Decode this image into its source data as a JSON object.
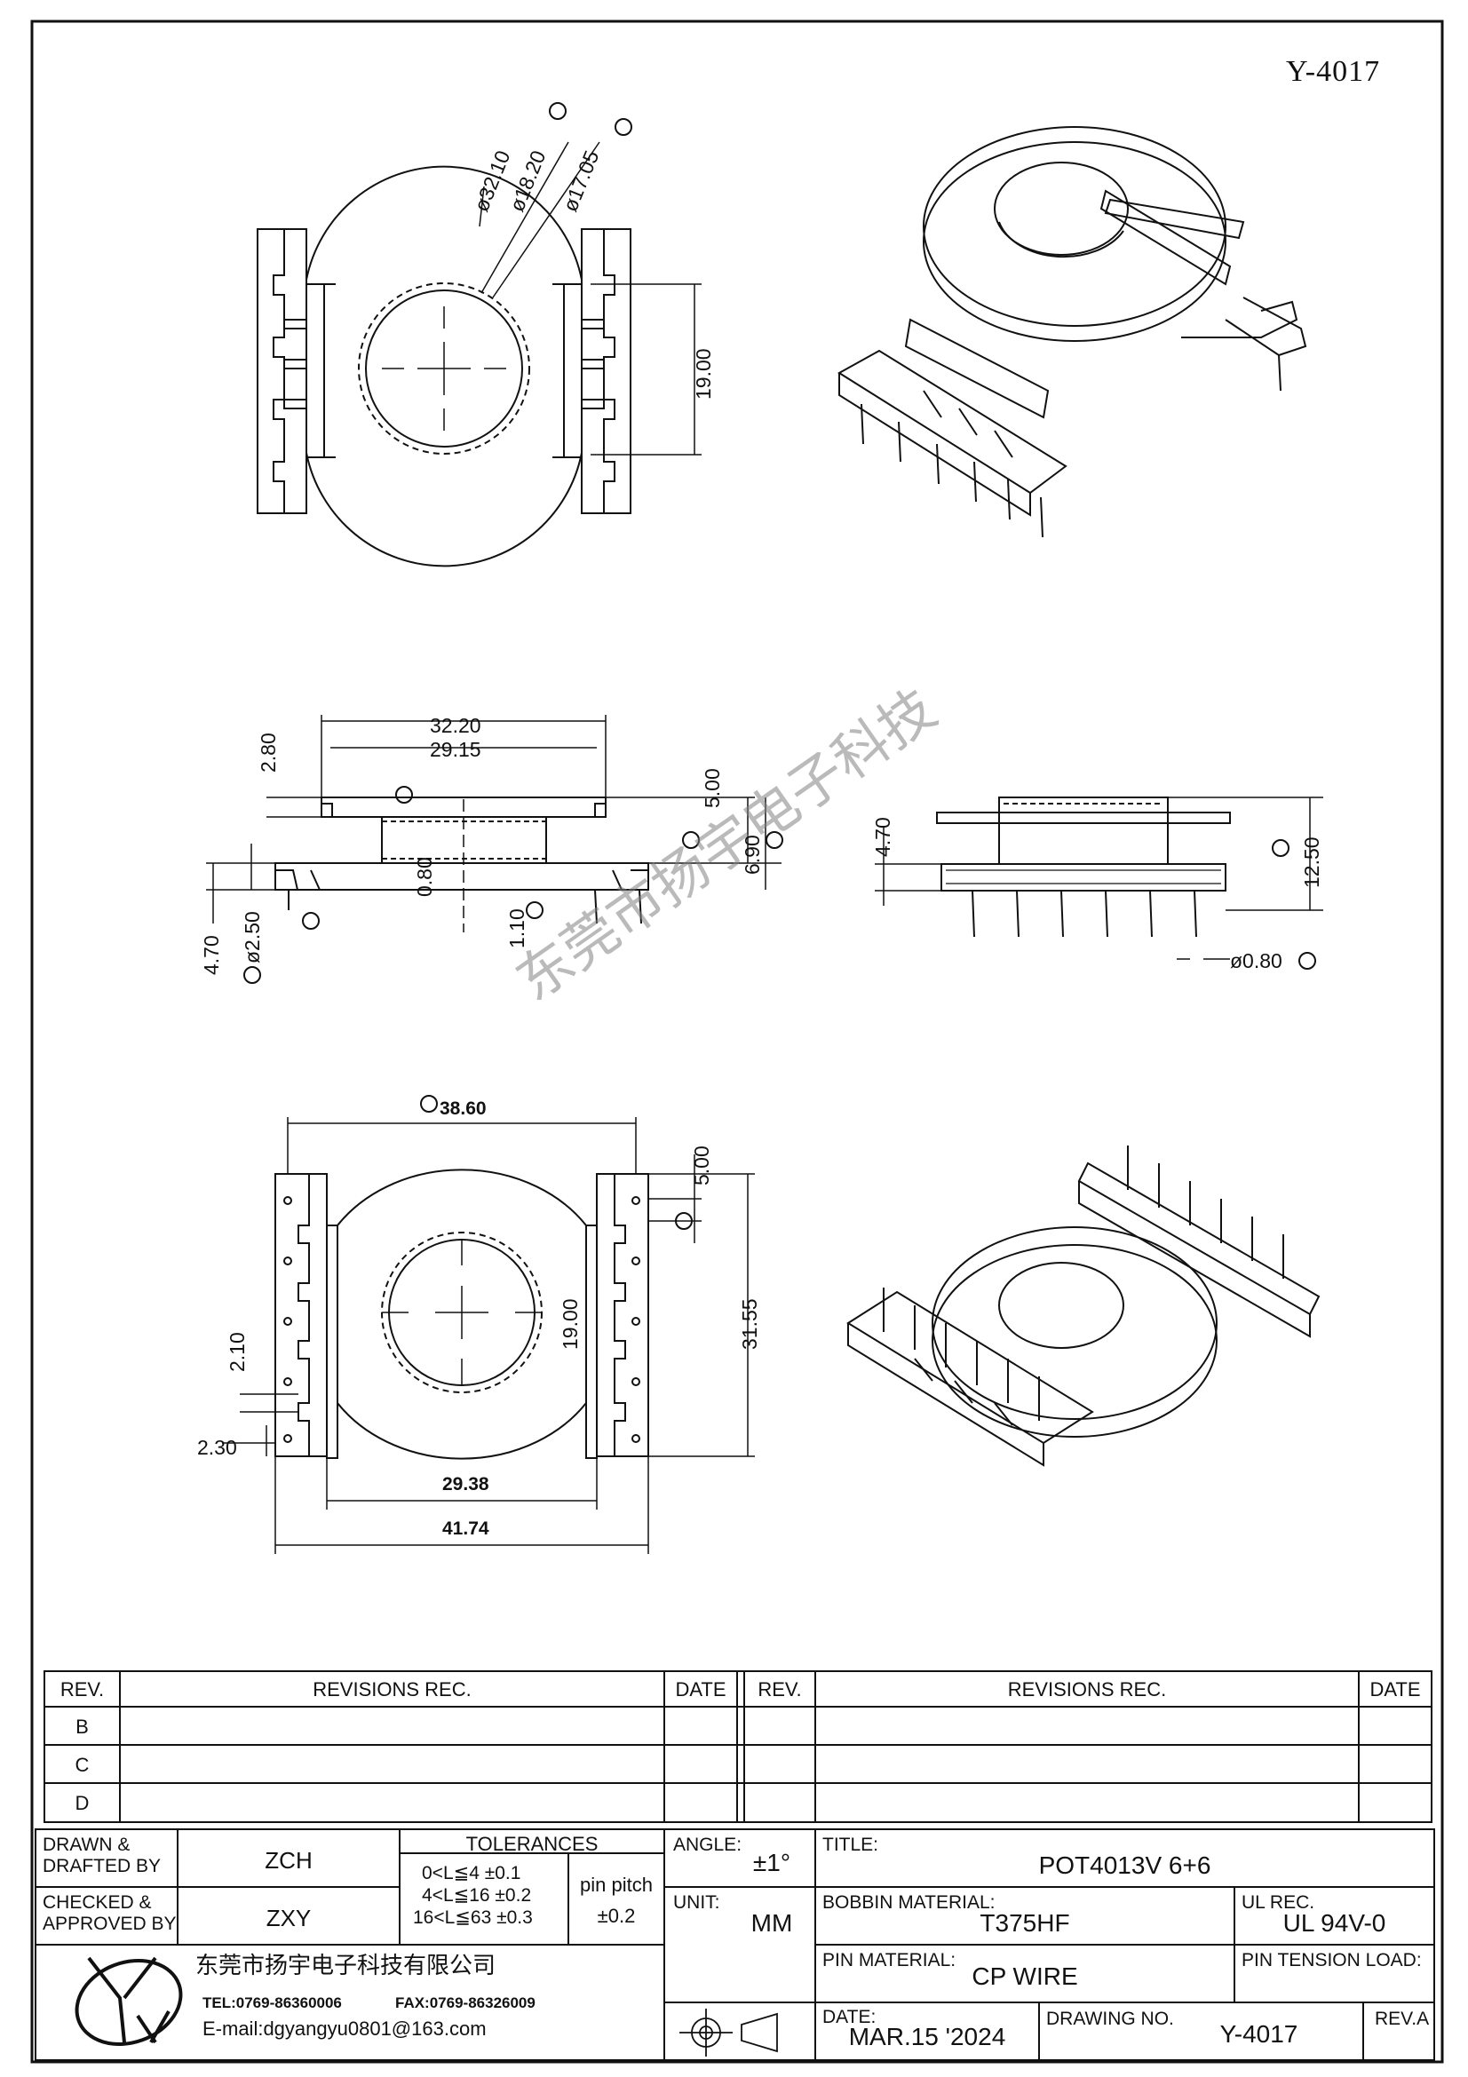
{
  "drawing_number_top": "Y-4017",
  "watermark": "东莞市扬宇电子科技",
  "top_view": {
    "dim_d32": "ø32.10",
    "dim_d18": "ø18.20",
    "dim_d17": "ø17.05",
    "dim_19": "19.00"
  },
  "front_view": {
    "dim_32_20": "32.20",
    "dim_29_15": "29.15",
    "dim_2_80": "2.80",
    "dim_5_00": "5.00",
    "dim_6_90": "6.90",
    "dim_0_80": "0.80",
    "dim_1_10": "1.10",
    "dim_4_70": "4.70",
    "dim_2_50": "ø2.50"
  },
  "side_view": {
    "dim_4_70": "4.70",
    "dim_12_50": "12.50",
    "dim_pin": "ø0.80"
  },
  "bottom_view": {
    "dim_38_60": "38.60",
    "dim_5_00": "5.00",
    "dim_19_00": "19.00",
    "dim_31_55": "31.55",
    "dim_2_10": "2.10",
    "dim_2_30": "2.30",
    "dim_29_38": "29.38",
    "dim_41_74": "41.74"
  },
  "revisions": {
    "rev_header": "REV.",
    "revisions_header": "REVISIONS    REC.",
    "date_header": "DATE",
    "rows": [
      "B",
      "C",
      "D"
    ]
  },
  "title_block": {
    "drawn_label": "DRAWN &\nDRAFTED BY",
    "drawn_value": "ZCH",
    "checked_label": "CHECKED &\nAPPROVED BY",
    "checked_value": "ZXY",
    "tolerances_label": "TOLERANCES",
    "tol_1": "0<L≦4   ±0.1",
    "tol_2": "4<L≦16  ±0.2",
    "tol_3": "16<L≦63  ±0.3",
    "pin_pitch_label": "pin pitch",
    "pin_pitch_value": "±0.2",
    "angle_label": "ANGLE:",
    "angle_value": "±1°",
    "unit_label": "UNIT:",
    "unit_value": "MM",
    "title_label": "TITLE:",
    "title_value": "POT4013V 6+6",
    "bobbin_material_label": "BOBBIN MATERIAL:",
    "bobbin_material_value": "T375HF",
    "ul_rec_label": "UL REC.",
    "ul_rec_value": "UL 94V-0",
    "pin_material_label": "PIN MATERIAL:",
    "pin_material_value": "CP WIRE",
    "pin_tension_label": "PIN TENSION LOAD:",
    "company_name": "东莞市扬宇电子科技有限公司",
    "tel": "TEL:0769-86360006",
    "fax": "FAX:0769-86326009",
    "email": "E-mail:dgyangyu0801@163.com",
    "date_label": "DATE:",
    "date_value": "MAR.15 '2024",
    "drawing_no_label": "DRAWING NO.",
    "drawing_no_value": "Y-4017",
    "rev_label": "REV.A"
  }
}
